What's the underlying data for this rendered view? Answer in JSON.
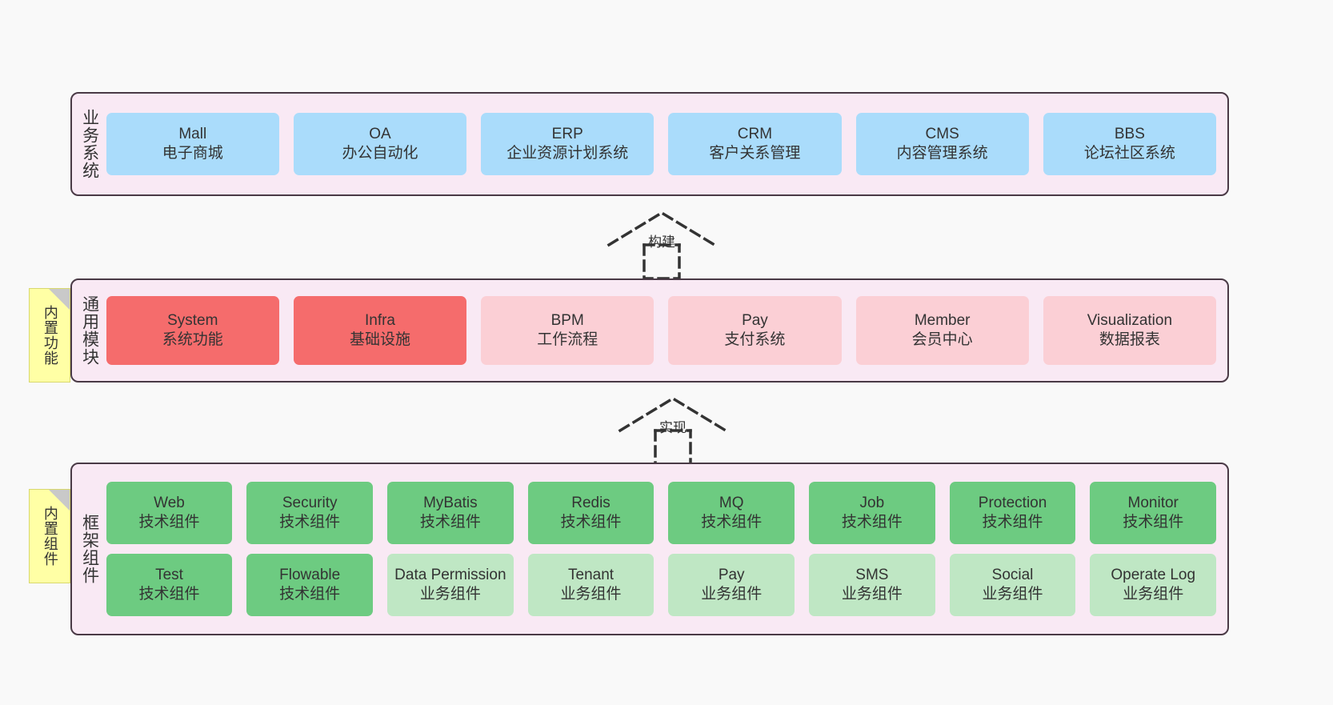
{
  "diagram": {
    "background_color": "#f9f9f9",
    "panel_color": "#f9e9f4",
    "panel_border_color": "#4a3a46"
  },
  "layers": [
    {
      "key": "business",
      "label": "业务系统",
      "nodes": [
        {
          "title": "Mall",
          "sub": "电子商城",
          "color": "#aadcfb"
        },
        {
          "title": "OA",
          "sub": "办公自动化",
          "color": "#aadcfb"
        },
        {
          "title": "ERP",
          "sub": "企业资源计划系统",
          "color": "#aadcfb"
        },
        {
          "title": "CRM",
          "sub": "客户关系管理",
          "color": "#aadcfb"
        },
        {
          "title": "CMS",
          "sub": "内容管理系统",
          "color": "#aadcfb"
        },
        {
          "title": "BBS",
          "sub": "论坛社区系统",
          "color": "#aadcfb"
        }
      ]
    },
    {
      "key": "modules",
      "label": "通用模块",
      "sticky": "内置功能",
      "nodes": [
        {
          "title": "System",
          "sub": "系统功能",
          "color": "#f56c6c"
        },
        {
          "title": "Infra",
          "sub": "基础设施",
          "color": "#f56c6c"
        },
        {
          "title": "BPM",
          "sub": "工作流程",
          "color": "#fbcfd5"
        },
        {
          "title": "Pay",
          "sub": "支付系统",
          "color": "#fbcfd5"
        },
        {
          "title": "Member",
          "sub": "会员中心",
          "color": "#fbcfd5"
        },
        {
          "title": "Visualization",
          "sub": "数据报表",
          "color": "#fbcfd5"
        }
      ]
    },
    {
      "key": "framework",
      "label": "框架组件",
      "sticky": "内置组件",
      "row1": [
        {
          "title": "Web",
          "sub": "技术组件",
          "color": "#6dcb81"
        },
        {
          "title": "Security",
          "sub": "技术组件",
          "color": "#6dcb81"
        },
        {
          "title": "MyBatis",
          "sub": "技术组件",
          "color": "#6dcb81"
        },
        {
          "title": "Redis",
          "sub": "技术组件",
          "color": "#6dcb81"
        },
        {
          "title": "MQ",
          "sub": "技术组件",
          "color": "#6dcb81"
        },
        {
          "title": "Job",
          "sub": "技术组件",
          "color": "#6dcb81"
        },
        {
          "title": "Protection",
          "sub": "技术组件",
          "color": "#6dcb81"
        },
        {
          "title": "Monitor",
          "sub": "技术组件",
          "color": "#6dcb81"
        }
      ],
      "row2": [
        {
          "title": "Test",
          "sub": "技术组件",
          "color": "#6dcb81"
        },
        {
          "title": "Flowable",
          "sub": "技术组件",
          "color": "#6dcb81"
        },
        {
          "title": "Data Permission",
          "sub": "业务组件",
          "color": "#bfe7c4",
          "wrap": true
        },
        {
          "title": "Tenant",
          "sub": "业务组件",
          "color": "#bfe7c4"
        },
        {
          "title": "Pay",
          "sub": "业务组件",
          "color": "#bfe7c4"
        },
        {
          "title": "SMS",
          "sub": "业务组件",
          "color": "#bfe7c4"
        },
        {
          "title": "Social",
          "sub": "业务组件",
          "color": "#bfe7c4"
        },
        {
          "title": "Operate Log",
          "sub": "业务组件",
          "color": "#bfe7c4"
        }
      ]
    }
  ],
  "connectors": [
    {
      "key": "build",
      "label": "构建"
    },
    {
      "key": "implement",
      "label": "实现"
    }
  ]
}
